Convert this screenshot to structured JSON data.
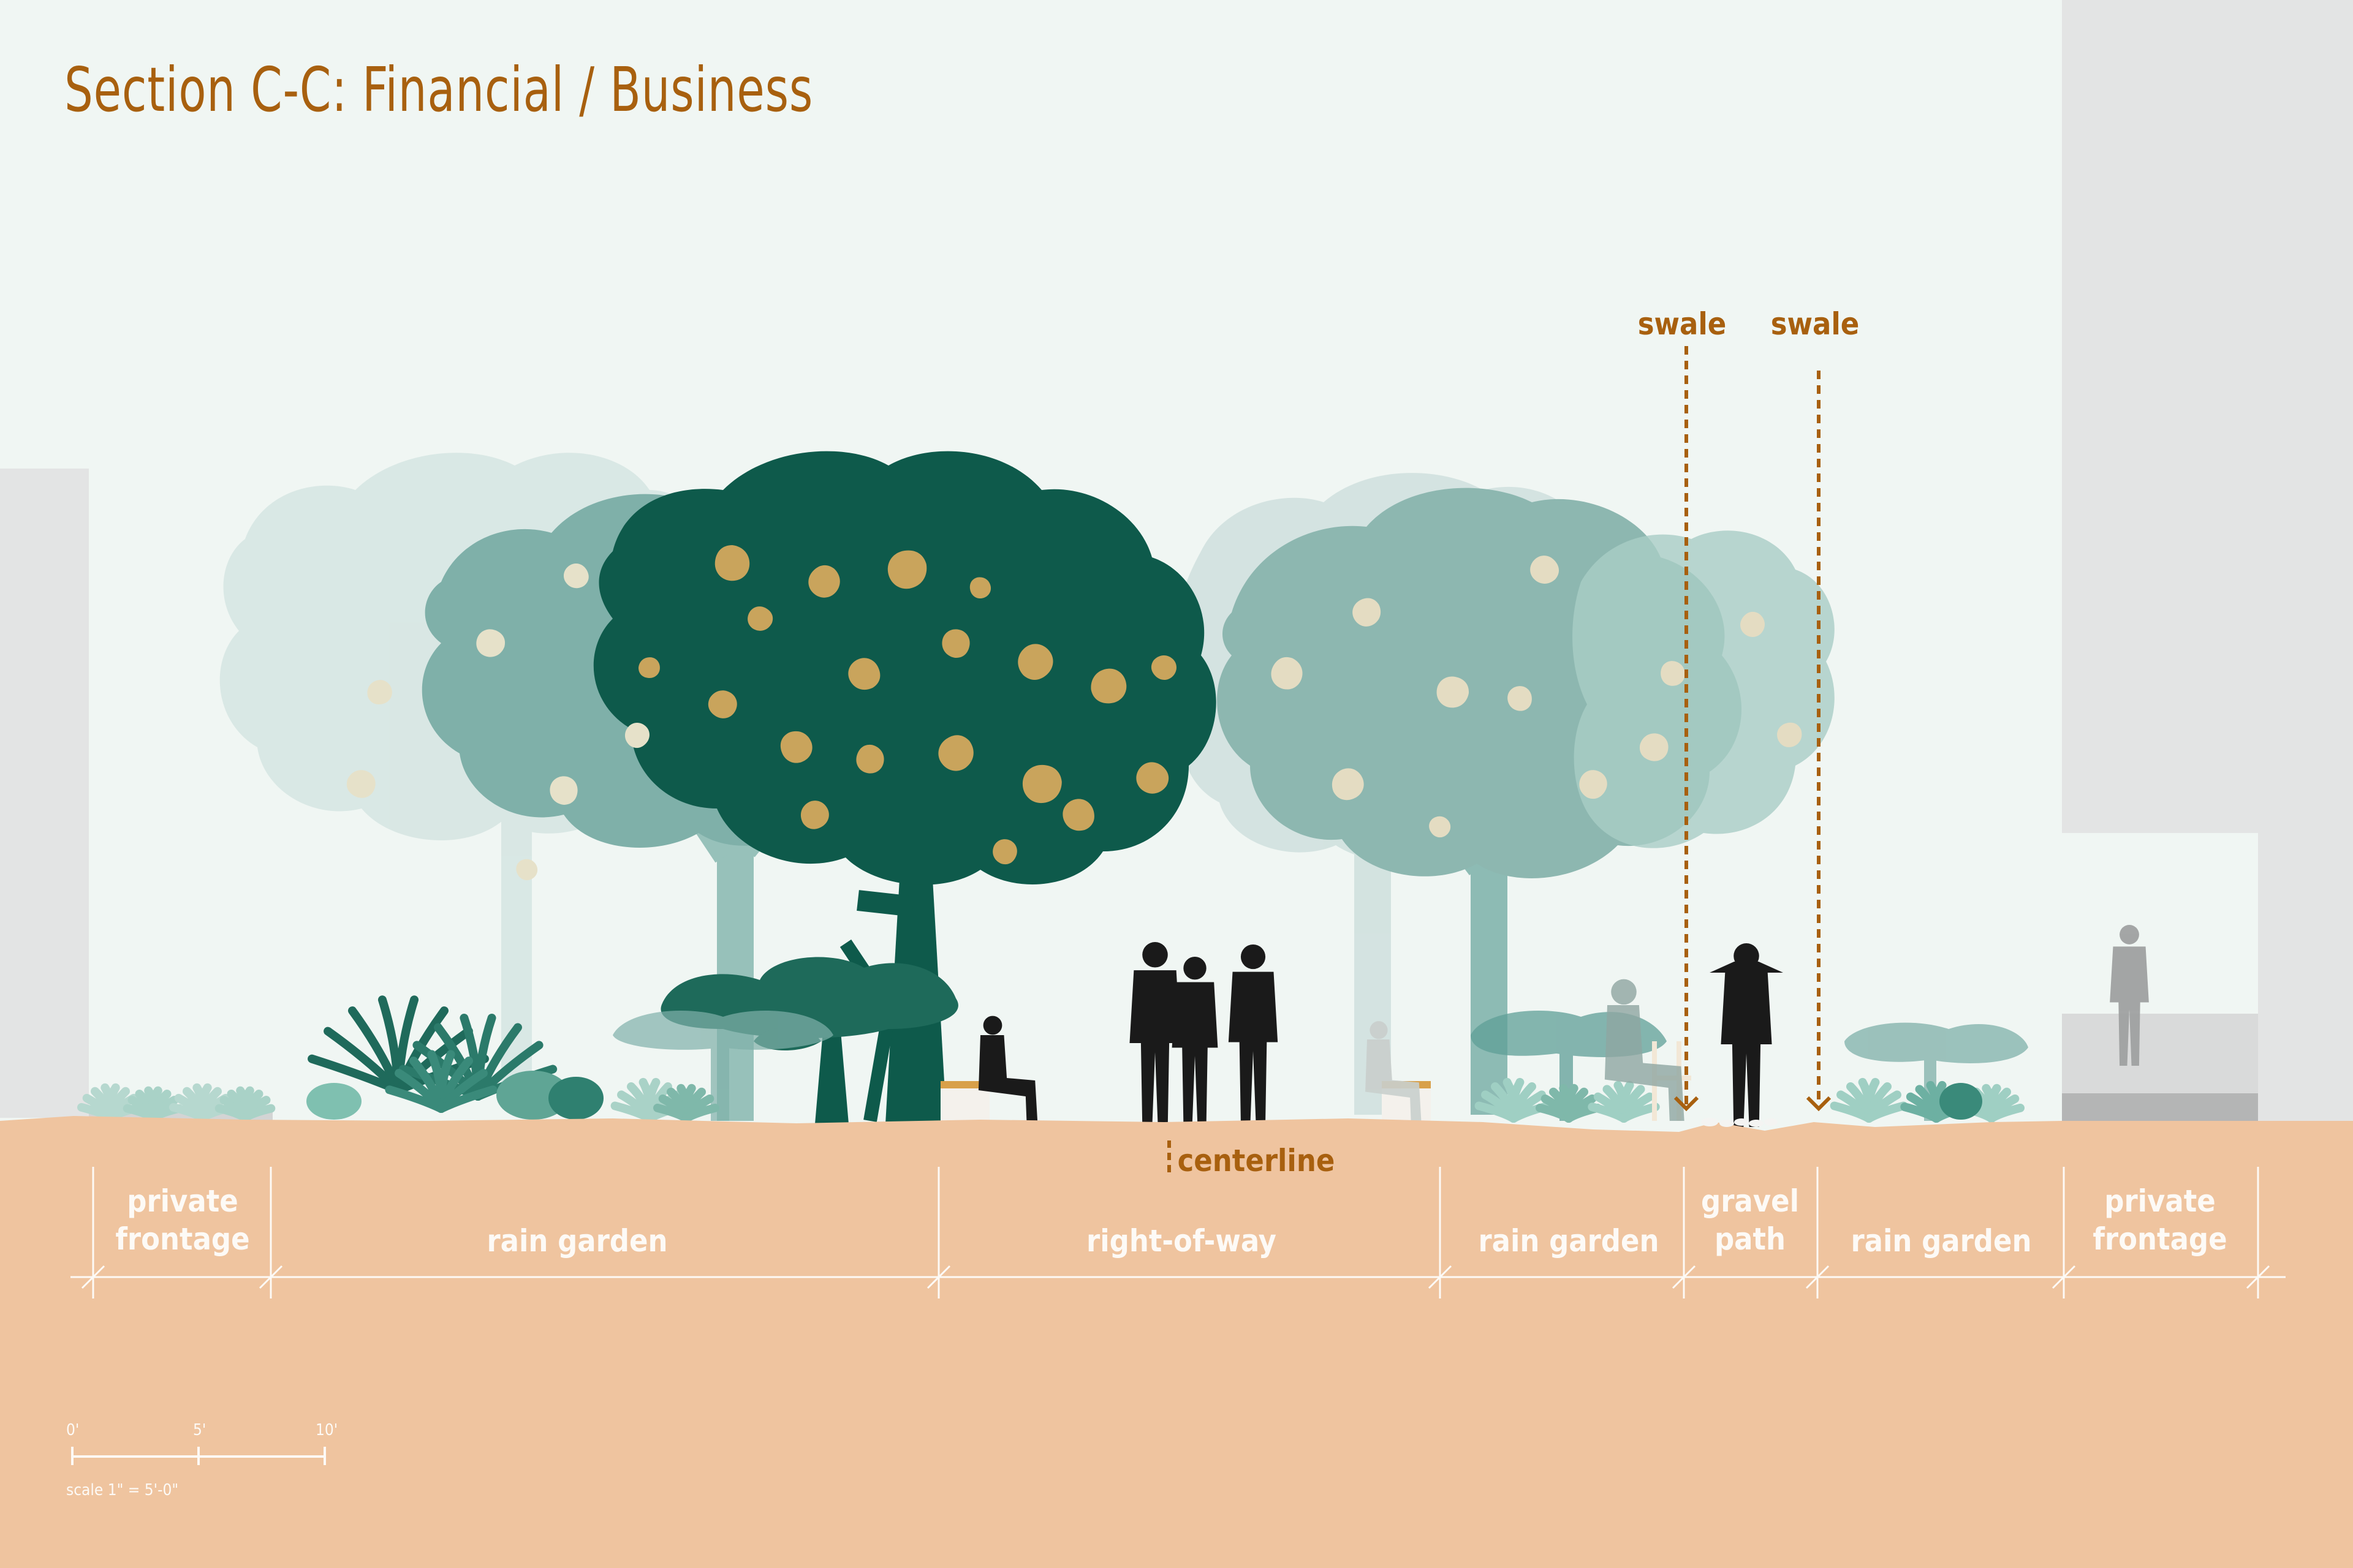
{
  "title": "Section C-C:  Financial / Business",
  "annotations": {
    "swale_left": "swale",
    "swale_right": "swale",
    "centerline": "centerline"
  },
  "zones": [
    {
      "lines": [
        "private",
        "frontage"
      ]
    },
    {
      "lines": [
        "rain garden"
      ]
    },
    {
      "lines": [
        "right-of-way"
      ]
    },
    {
      "lines": [
        "rain garden"
      ]
    },
    {
      "lines": [
        "gravel",
        "path"
      ]
    },
    {
      "lines": [
        "rain garden"
      ]
    },
    {
      "lines": [
        "private",
        "frontage"
      ]
    }
  ],
  "scale": {
    "ticks": [
      "0'",
      "5'",
      "10'"
    ],
    "label": "scale 1\" = 5'-0\""
  },
  "colors": {
    "sky": "#f0f6f3",
    "ground": "#efc49f",
    "accent": "#a8600f",
    "tree_dark": "#0e5a4b",
    "tree_mid": "#5f9f97",
    "tree_light": "#a9cdc6",
    "building": "#e3e4e4",
    "people": "#1a1a1a"
  }
}
